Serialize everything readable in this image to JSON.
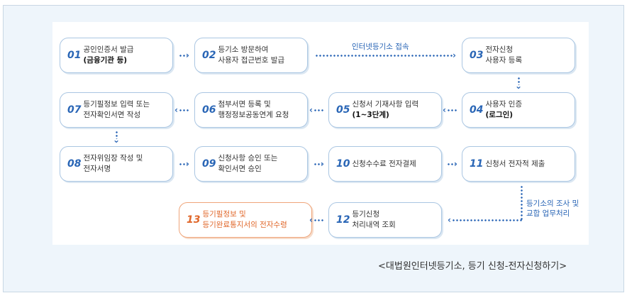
{
  "steps": [
    {
      "num": "01",
      "line1": "공인인증서 발급",
      "line2": "(금융기관 등)",
      "line2_bold": true
    },
    {
      "num": "02",
      "line1": "등기소 방문하여",
      "line2": "사용자 접근번호 발급",
      "line2_bold": false
    },
    {
      "num": "03",
      "line1": "전자신청",
      "line2": "사용자 등록",
      "line2_bold": false
    },
    {
      "num": "04",
      "line1": "사용자 인증",
      "line2": "(로그인)",
      "line2_bold": true
    },
    {
      "num": "05",
      "line1": "신청서 기재사항 입력",
      "line2": "(1~3단계)",
      "line2_bold": true
    },
    {
      "num": "06",
      "line1": "첨부서면 등록 및",
      "line2": "행정정보공동연계 요청",
      "line2_bold": false
    },
    {
      "num": "07",
      "line1": "등기필정보 입력 또는",
      "line2": "전자확인서면 작성",
      "line2_bold": false
    },
    {
      "num": "08",
      "line1": "전자위임장 작성 및",
      "line2": "전자서명",
      "line2_bold": false
    },
    {
      "num": "09",
      "line1": "신청사항 승인 또는",
      "line2": "확인서면 승인",
      "line2_bold": false
    },
    {
      "num": "10",
      "line1": "신청수수료 전자결제",
      "line2": "",
      "line2_bold": false
    },
    {
      "num": "11",
      "line1": "신청서 전자적 제출",
      "line2": "",
      "line2_bold": false
    },
    {
      "num": "12",
      "line1": "등기신청",
      "line2": "처리내역 조회",
      "line2_bold": false
    },
    {
      "num": "13",
      "line1": "등기필정보 및",
      "line2": "등기완료통지서의 전자수령",
      "line2_bold": false
    }
  ],
  "connectors": {
    "internet_access": "인터넷등기소 접속",
    "registry_review_line1": "등기소의 조사 및",
    "registry_review_line2": "교합 업무처리"
  },
  "caption": "<대법원인터넷등기소, 등기 신청-전자신청하기>",
  "colors": {
    "accent": "#2a66b6",
    "highlight": "#e0672a",
    "box_border": "#aac6e2"
  }
}
